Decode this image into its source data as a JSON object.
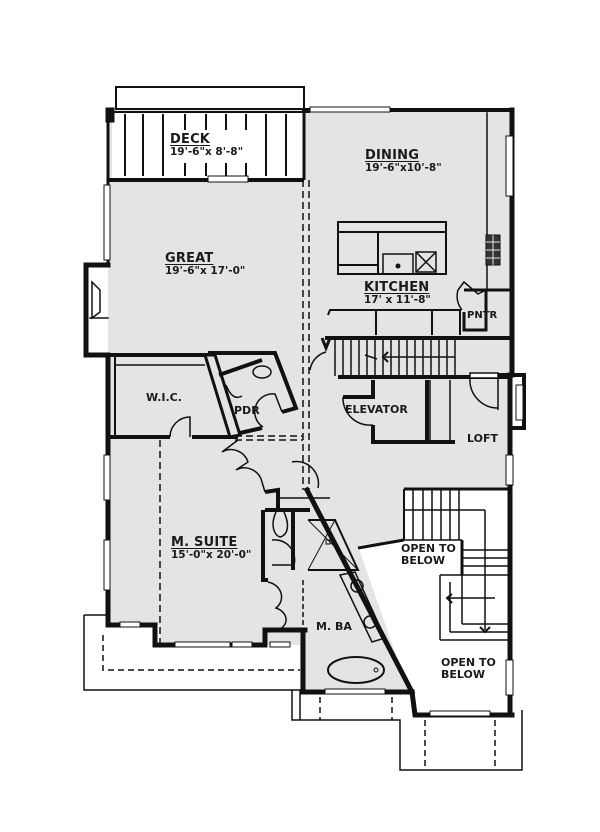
{
  "plan": {
    "type": "upper floor plan",
    "colors": {
      "floor_fill": "#e4e4e4",
      "wall": "#111111",
      "open_area": "#ffffff",
      "background": "#ffffff"
    },
    "rooms": {
      "deck": {
        "name": "DECK",
        "dimensions": "19'-6\"x 8'-8\""
      },
      "dining": {
        "name": "DINING",
        "dimensions": "19'-6\"x10'-8\""
      },
      "great": {
        "name": "GREAT",
        "dimensions": "19'-6\"x 17'-0\""
      },
      "kitchen": {
        "name": "KITCHEN",
        "dimensions": "17' x 11'-8\""
      },
      "pantry": {
        "name": "PNTR"
      },
      "wic": {
        "name": "W.I.C."
      },
      "powder": {
        "name": "PDR"
      },
      "elevator": {
        "name": "ELEVATOR"
      },
      "loft": {
        "name": "LOFT"
      },
      "master_suite": {
        "name": "M. SUITE",
        "dimensions": "15'-0\"x 20'-0\""
      },
      "master_bath": {
        "name": "M. BA"
      },
      "open_below_upper": {
        "line1": "OPEN TO",
        "line2": "BELOW"
      },
      "open_below_lower": {
        "line1": "OPEN TO",
        "line2": "BELOW"
      }
    }
  }
}
